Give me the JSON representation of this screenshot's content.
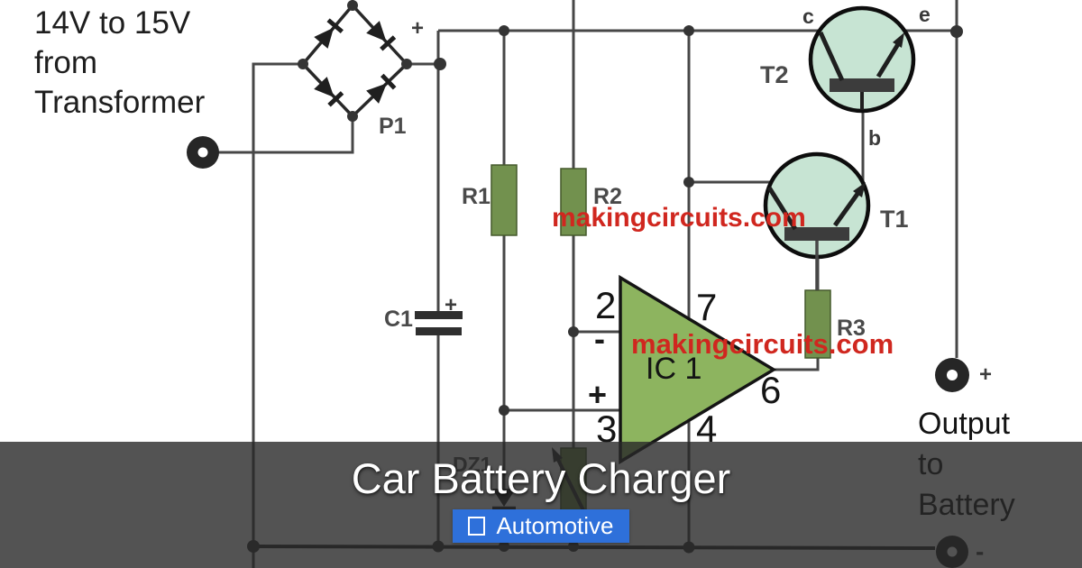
{
  "overlay": {
    "title": "Car Battery Charger",
    "badge": {
      "icon": "missing-glyph-box",
      "label": "Automotive",
      "color": "#2e70da"
    }
  },
  "schematic": {
    "watermark": "makingcircuits.com",
    "input_terminal_label": {
      "line1": "14V to 15V",
      "line2": "from",
      "line3": "Transformer"
    },
    "output_terminal_label": {
      "line1": "Output",
      "line2": "to",
      "line3": "Battery"
    },
    "components": {
      "bridge_rectifier": "P1",
      "resistor_1": "R1",
      "resistor_2": "R2",
      "resistor_3": "R3",
      "capacitor_1": "C1",
      "zener_diode": "DZ1",
      "opamp": "IC 1",
      "transistor_1": "T1",
      "transistor_2": "T2"
    },
    "opamp_pins": {
      "inverting": "2",
      "non_inverting": "3",
      "v_minus": "4",
      "output": "6",
      "v_plus": "7",
      "minus_sign": "-",
      "plus_sign": "+"
    },
    "transistor_terminals": {
      "collector": "c",
      "base": "b",
      "emitter": "e"
    },
    "polarity_marks": {
      "bridge_plus": "+",
      "cap_plus": "+",
      "output_plus": "+",
      "output_minus": "-"
    }
  },
  "colors": {
    "watermark_red": "#d0271f",
    "resistor_green": "#72914e",
    "opamp_green": "#8db45f",
    "transistor_mint": "#c7e4d3",
    "badge_blue": "#2e70da",
    "wire_gray": "#474747"
  }
}
